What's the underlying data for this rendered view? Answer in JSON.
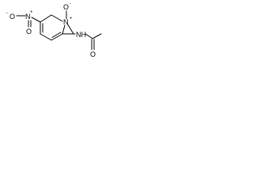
{
  "molecule": {
    "atoms": {
      "nitro_o_left": "O",
      "nitro_n": "N",
      "nitro_n_charge": "+",
      "nitro_o_left_charge": "-",
      "nitro_o_bottom": "O",
      "ring_n": "N",
      "ring_n_charge": "+",
      "n_oxide_o": "O",
      "n_oxide_o_charge": "-",
      "amide_nh": "NH",
      "amide_o": "O"
    }
  }
}
